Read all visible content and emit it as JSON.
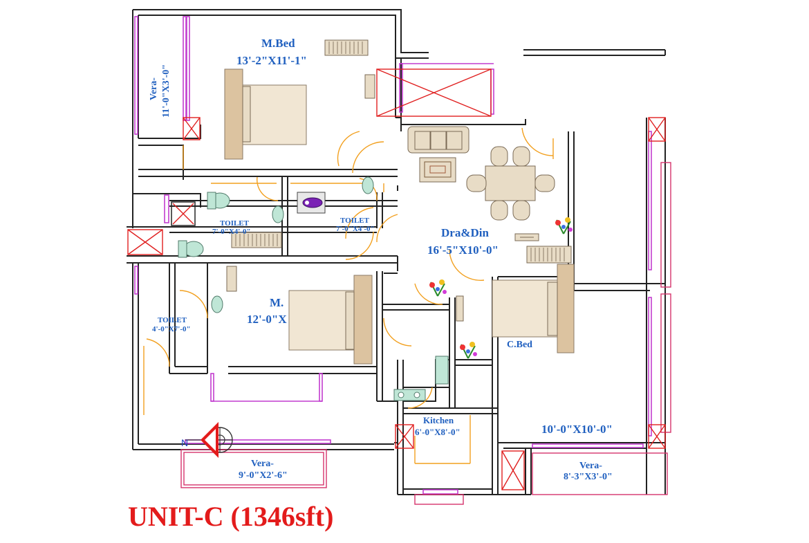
{
  "title": "UNIT-C (1346sft)",
  "rooms": {
    "mbed1_name": "M.Bed",
    "mbed1_size": "13'-2\"X11'-1\"",
    "vera_left": "Vera-",
    "vera_left_size": "11'-0\"X3'-0\"",
    "toilet1_name": "TOILET",
    "toilet1_size": "7'-0\"X4'-0\"",
    "toilet2_name": "TOILET",
    "toilet2_size": "7'-0\"X4'-0\"",
    "toilet3_name": "TOILET",
    "toilet3_size": "4'-0\"X7'-0\"",
    "dradin_name": "Dra&Din",
    "dradin_size": "16'-5\"X10'-0\"",
    "mbed2_name": "M.",
    "mbed2_size": "12'-0\"X",
    "cbed_name": "C.Bed",
    "cbed_size": "10'-0\"X10'-0\"",
    "kitchen_name": "Kitchen",
    "kitchen_size": "6'-0\"X8'-0\"",
    "vera_bottom_name": "Vera-",
    "vera_bottom_size": "9'-0\"X2'-6\"",
    "vera_right_name": "Vera-",
    "vera_right_size": "8'-3\"X3'-0\""
  },
  "compass": {
    "north": "N"
  },
  "colors": {
    "wall": "#222222",
    "window": "#c23ccf",
    "door": "#f2a01f",
    "label": "#1f5fbf",
    "title": "#e31b1b",
    "shaft": "#e02020"
  }
}
